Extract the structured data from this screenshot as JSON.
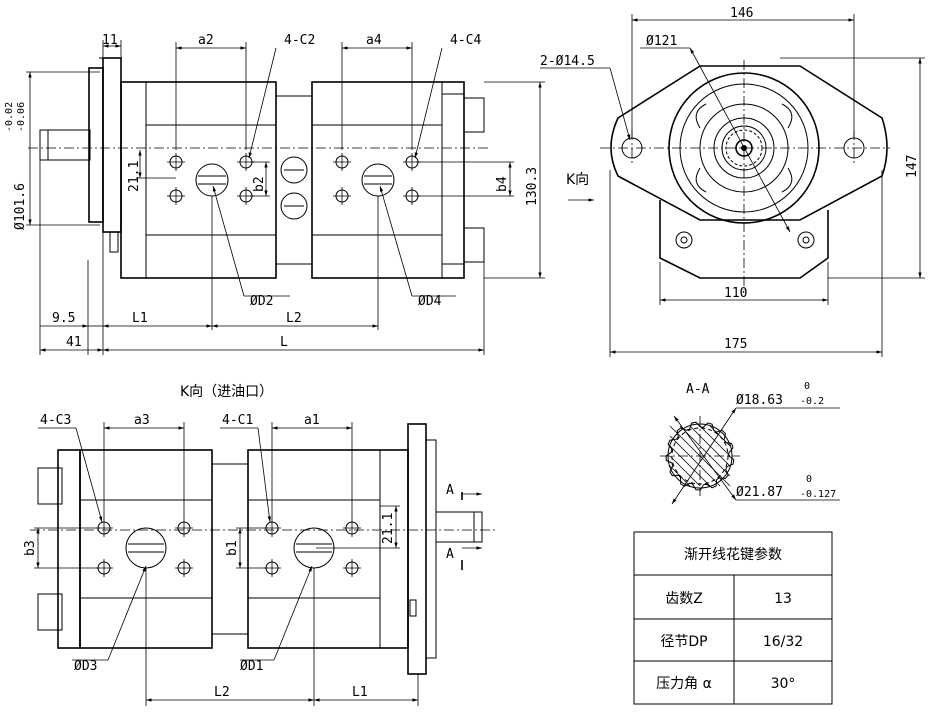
{
  "front_view": {
    "dim_11": "11",
    "dim_a2": "a2",
    "dim_4c2": "4-C2",
    "dim_a4": "a4",
    "dim_4c4": "4-C4",
    "dim_dia_main": "Ø101.6",
    "dim_dia_tol_upper": "-0.02",
    "dim_dia_tol_lower": "-0.06",
    "dim_21_1": "21.1",
    "dim_b2": "b2",
    "dim_b4": "b4",
    "dim_130_3": "130.3",
    "dim_d2": "ØD2",
    "dim_d4": "ØD4",
    "dim_9_5": "9.5",
    "dim_l1": "L1",
    "dim_l2": "L2",
    "dim_41": "41",
    "dim_l": "L"
  },
  "end_view": {
    "dim_146": "146",
    "dim_121": "Ø121",
    "dim_holes": "2-Ø14.5",
    "dim_147": "147",
    "k_dir": "K向",
    "dim_110": "110",
    "dim_175": "175"
  },
  "k_view": {
    "title": "K向（进油口）",
    "dim_4c3": "4-C3",
    "dim_a3": "a3",
    "dim_4c1": "4-C1",
    "dim_a1": "a1",
    "dim_b3": "b3",
    "dim_b1": "b1",
    "dim_21_1": "21.1",
    "dim_d3": "ØD3",
    "dim_d1": "ØD1",
    "dim_l2": "L2",
    "dim_l1": "L1",
    "section_a_top": "A",
    "section_a_bottom": "A"
  },
  "section_view": {
    "title": "A-A",
    "dim_minor": "Ø18.63",
    "dim_minor_tol_upper": "0",
    "dim_minor_tol_lower": "-0.2",
    "dim_major": "Ø21.87",
    "dim_major_tol_upper": "0",
    "dim_major_tol_lower": "-0.127"
  },
  "spline_table": {
    "title": "渐开线花键参数",
    "rows": [
      {
        "param": "齿数Z",
        "value": "13"
      },
      {
        "param": "径节DP",
        "value": "16/32"
      },
      {
        "param": "压力角 α",
        "value": "30°"
      }
    ]
  }
}
